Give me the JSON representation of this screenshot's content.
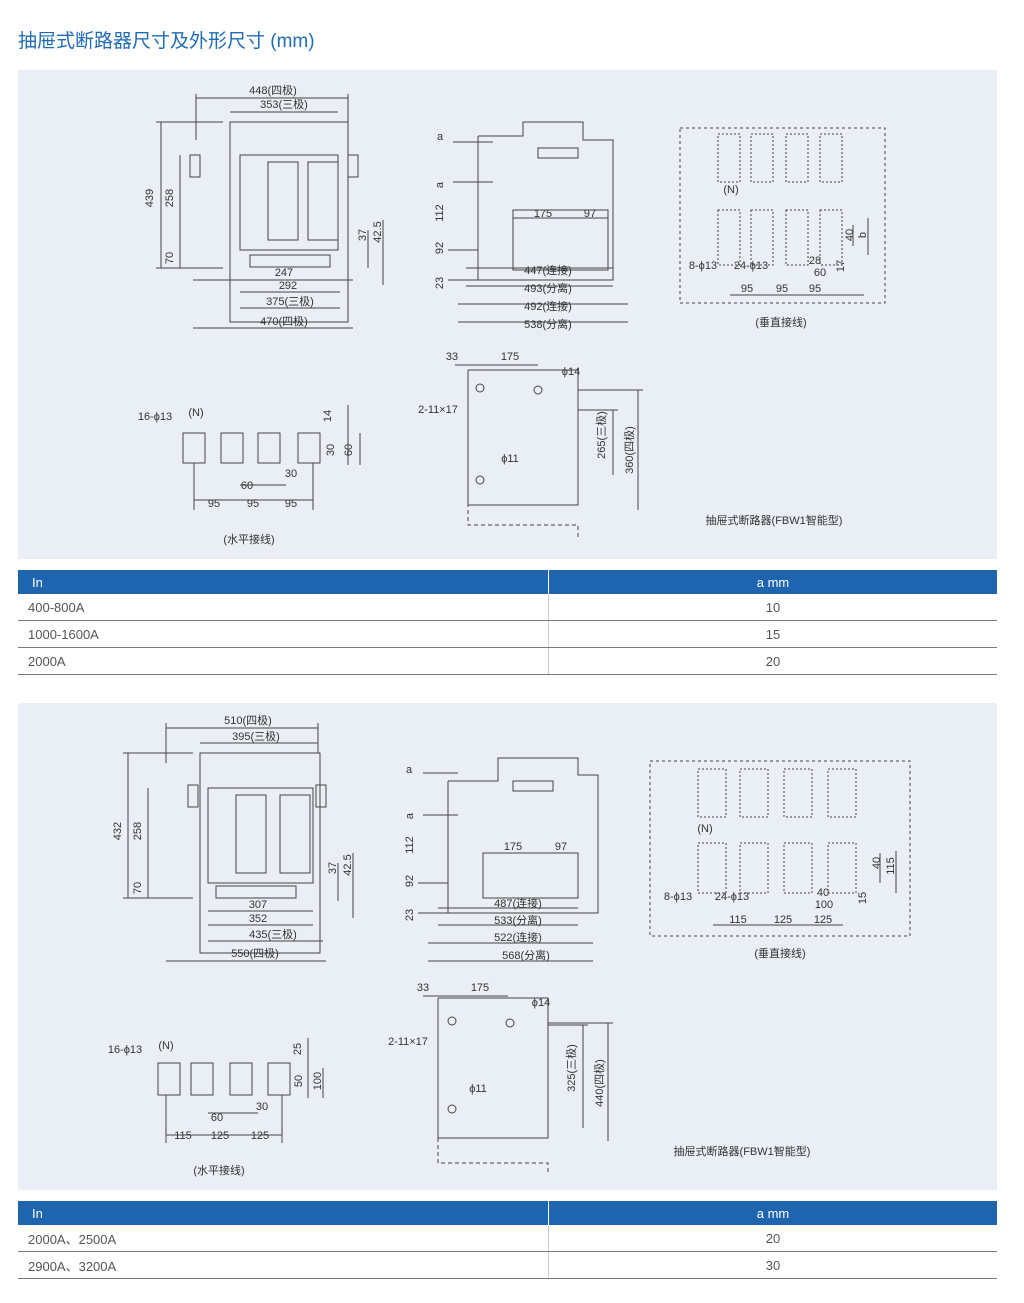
{
  "page": {
    "title": "抽屉式断路器尺寸及外形尺寸 (mm)"
  },
  "sections": [
    {
      "front": {
        "w4": "448(四极)",
        "w3": "353(三极)",
        "h_total": "439",
        "h_mid": "258",
        "h_low": "70",
        "d1": "37",
        "d2": "42.5",
        "b1": "247",
        "b2": "292",
        "b3": "375(三极)",
        "b4": "470(四极)"
      },
      "side": {
        "a": "a",
        "a2": "a",
        "h1": "112",
        "h2": "92",
        "h3": "23",
        "s1": "175",
        "s2": "97",
        "l1": "447(连接)",
        "l2": "493(分离)",
        "l3": "492(连接)",
        "l4": "538(分离)"
      },
      "vertical": {
        "n": "(N)",
        "holes1": "8-ϕ13",
        "holes2": "24-ϕ13",
        "p1": "95",
        "p2": "95",
        "p3": "95",
        "v1": "28",
        "v2": "60",
        "v3": "40",
        "v4": "b",
        "v5": "17",
        "caption": "(垂直接线)"
      },
      "horizontal": {
        "holes": "16-ϕ13",
        "n": "(N)",
        "h1": "14",
        "h2": "30",
        "h3": "60",
        "w1": "30",
        "w2": "60",
        "p1": "95",
        "p2": "95",
        "p3": "95",
        "caption": "(水平接线)"
      },
      "panel_cut": {
        "x1": "33",
        "x2": "175",
        "phi1": "ϕ14",
        "slots": "2-11×17",
        "phi2": "ϕ11",
        "h1": "265(三极)",
        "h2": "360(四极)",
        "caption": "抽屉式断路器(FBW1智能型)"
      },
      "table": {
        "headers": [
          "In",
          "a mm"
        ],
        "rows": [
          [
            "400-800A",
            "10"
          ],
          [
            "1000-1600A",
            "15"
          ],
          [
            "2000A",
            "20"
          ]
        ]
      }
    },
    {
      "front": {
        "w4": "510(四极)",
        "w3": "395(三极)",
        "h_total": "432",
        "h_mid": "258",
        "h_low": "70",
        "d1": "37",
        "d2": "42.5",
        "b1": "307",
        "b2": "352",
        "b3": "435(三极)",
        "b4": "550(四极)"
      },
      "side": {
        "a": "a",
        "a2": "a",
        "h1": "112",
        "h2": "92",
        "h3": "23",
        "s1": "175",
        "s2": "97",
        "l1": "487(连接)",
        "l2": "533(分离)",
        "l3": "522(连接)",
        "l4": "568(分离)"
      },
      "vertical": {
        "n": "(N)",
        "holes1": "8-ϕ13",
        "holes2": "24-ϕ13",
        "p1": "115",
        "p2": "125",
        "p3": "125",
        "v1": "40",
        "v2": "100",
        "v3": "40",
        "v4": "115",
        "v5": "15",
        "caption": "(垂直接线)"
      },
      "horizontal": {
        "holes": "16-ϕ13",
        "n": "(N)",
        "h1": "25",
        "h2": "50",
        "h3": "100",
        "w1": "30",
        "w2": "60",
        "p1": "115",
        "p2": "125",
        "p3": "125",
        "caption": "(水平接线)"
      },
      "panel_cut": {
        "x1": "33",
        "x2": "175",
        "phi1": "ϕ14",
        "slots": "2-11×17",
        "phi2": "ϕ11",
        "h1": "325(三极)",
        "h2": "440(四极)",
        "caption": "抽屉式断路器(FBW1智能型)"
      },
      "table": {
        "headers": [
          "In",
          "a mm"
        ],
        "rows": [
          [
            "2000A、2500A",
            "20"
          ],
          [
            "2900A、3200A",
            "30"
          ]
        ]
      }
    }
  ],
  "colors": {
    "accent": "#1f64ae",
    "title": "#1f6bb4",
    "panel_bg": "#e9eff4",
    "line": "#444444"
  }
}
